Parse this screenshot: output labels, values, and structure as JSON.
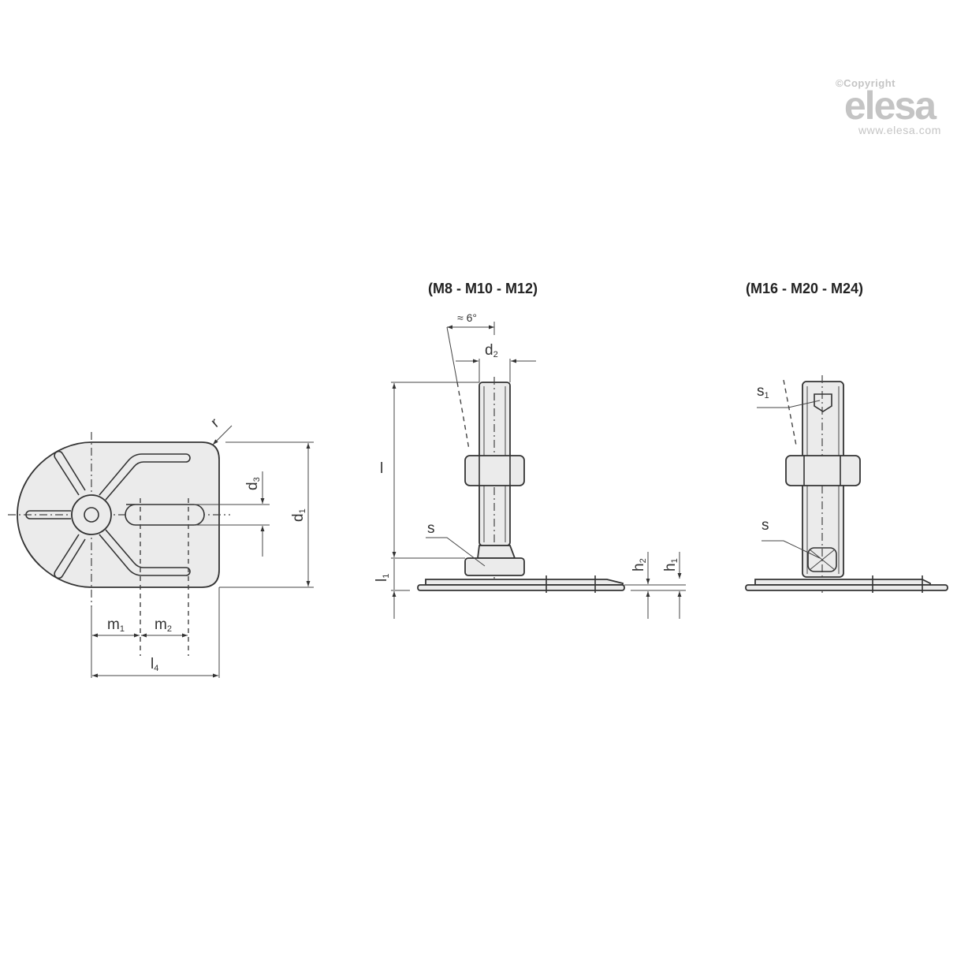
{
  "watermark": {
    "copyright": "©Copyright",
    "logo": "elesa",
    "url": "www.elesa.com"
  },
  "views": {
    "plan": {
      "labels": {
        "r": "r",
        "d3": "d",
        "d3_sub": "3",
        "d1": "d",
        "d1_sub": "1",
        "m1": "m",
        "m1_sub": "1",
        "m2": "m",
        "m2_sub": "2",
        "l4": "l",
        "l4_sub": "4"
      }
    },
    "small": {
      "title": "(M8 - M10 - M12)",
      "labels": {
        "angle": "≈ 6°",
        "d2": "d",
        "d2_sub": "2",
        "l": "l",
        "s": "s",
        "l1": "l",
        "l1_sub": "1",
        "h2": "h",
        "h2_sub": "2",
        "h1": "h",
        "h1_sub": "1"
      }
    },
    "large": {
      "title": "(M16 - M20 - M24)",
      "labels": {
        "s1": "s",
        "s1_sub": "1",
        "s": "s"
      }
    }
  },
  "colors": {
    "line": "#333333",
    "fill": "#ebebeb",
    "watermark": "#c4c4c4"
  }
}
